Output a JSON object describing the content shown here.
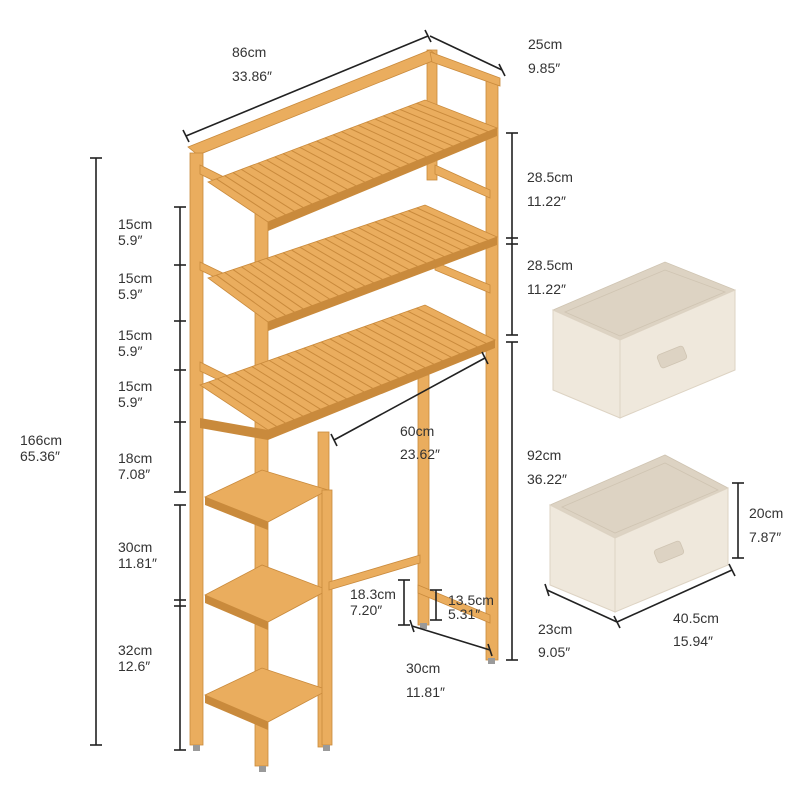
{
  "colors": {
    "wood": "#eaad5e",
    "wood_dark": "#c98a3c",
    "wood_light": "#f3c98d",
    "fabric": "#efe8dc",
    "fabric_shade": "#ddd3c3",
    "line": "#222222",
    "text": "#333333"
  },
  "dimensions": {
    "width": {
      "cm": "86cm",
      "in": "33.86″"
    },
    "depth": {
      "cm": "25cm",
      "in": "9.85″"
    },
    "total_height": {
      "cm": "166cm",
      "in": "65.36″"
    },
    "shelf_gap_top": {
      "cm": "28.5cm",
      "in": "11.22″"
    },
    "shelf_gap_mid": {
      "cm": "28.5cm",
      "in": "11.22″"
    },
    "clearance_height": {
      "cm": "92cm",
      "in": "36.22″"
    },
    "clearance_width": {
      "cm": "60cm",
      "in": "23.62″"
    },
    "side_holes": [
      {
        "cm": "15cm",
        "in": "5.9″"
      },
      {
        "cm": "15cm",
        "in": "5.9″"
      },
      {
        "cm": "15cm",
        "in": "5.9″"
      },
      {
        "cm": "15cm",
        "in": "5.9″"
      }
    ],
    "side_gap_1": {
      "cm": "18cm",
      "in": "7.08″"
    },
    "side_gap_2": {
      "cm": "30cm",
      "in": "11.81″"
    },
    "side_gap_3": {
      "cm": "32cm",
      "in": "12.6″"
    },
    "bar_height": {
      "cm": "18.3cm",
      "in": "7.20″"
    },
    "foot_height": {
      "cm": "13.5cm",
      "in": "5.31″"
    },
    "base_depth": {
      "cm": "30cm",
      "in": "11.81″"
    },
    "box_height": {
      "cm": "20cm",
      "in": "7.87″"
    },
    "box_depth": {
      "cm": "23cm",
      "in": "9.05″"
    },
    "box_width": {
      "cm": "40.5cm",
      "in": "15.94″"
    }
  }
}
